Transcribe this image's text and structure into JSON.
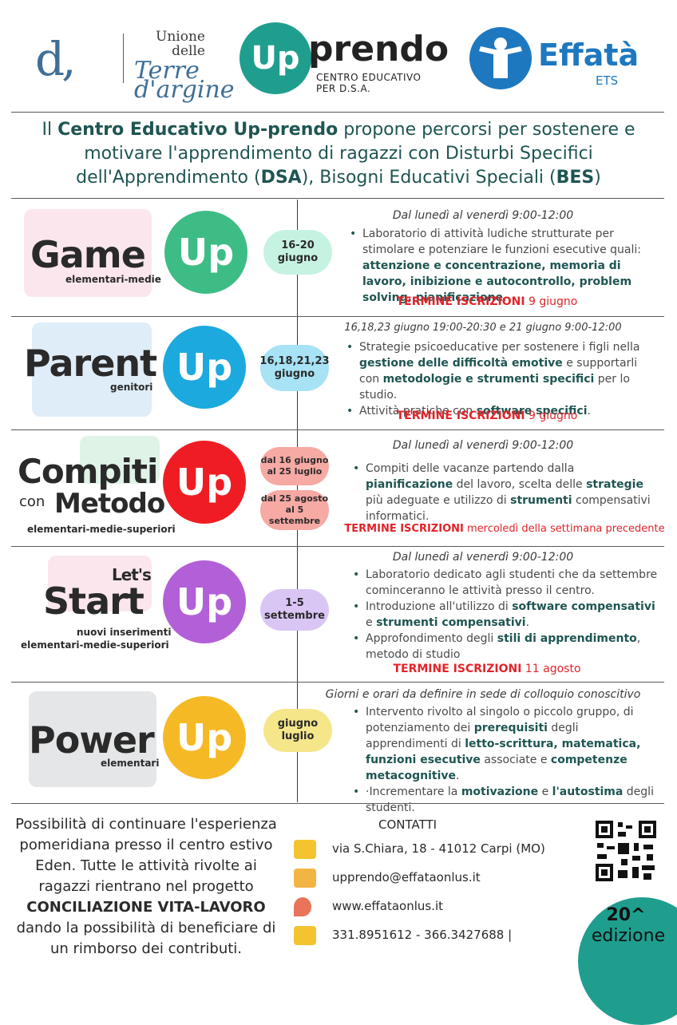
{
  "header": {
    "unione": {
      "mono": "d,",
      "line1": "Unione",
      "line2": "delle",
      "line3": "Terre",
      "line4": "d'argine"
    },
    "upprendo": {
      "circle": "Up",
      "word": "prendo",
      "sub1": "CENTRO EDUCATIVO",
      "sub2": "PER D.S.A."
    },
    "effata": {
      "name": "Effatà",
      "ets": "ETS"
    }
  },
  "intro": {
    "p1": "Il ",
    "b1": "Centro Educativo Up-prendo",
    "p2": " propone percorsi per sostenere e motivare l'apprendimento di ragazzi con Disturbi Specifici dell'Apprendimento (",
    "b2": "DSA",
    "p3": "), Bisogni  Educativi Speciali (",
    "b3": "BES",
    "p4": ")"
  },
  "programs": [
    {
      "name": "Game",
      "badge": "Up",
      "sub": "elementari-medie",
      "color": "#3dbd85",
      "date": "16-20 giugno",
      "date_color": "#c6f2e2",
      "schedule": "Dal lunedì al venerdì 9:00-12:00",
      "bullet1": {
        "t1": "Laboratorio di attività ludiche strutturate per stimolare e potenziare le funzioni esecutive quali: ",
        "b1": "attenzione e concentrazione, memoria di lavoro, inibizione e autocontrollo, problem solving, pianificazione",
        "t2": "."
      },
      "deadline_label": "TERMINE ISCRIZIONI",
      "deadline_value": "9 giugno"
    },
    {
      "name": "Parent",
      "badge": "Up",
      "sub": "genitori",
      "color": "#1ca9de",
      "date": "16,18,21,23 giugno",
      "date_color": "#a7e2f5",
      "schedule": "16,18,23 giugno 19:00-20:30  e  21 giugno 9:00-12:00",
      "bullet1": {
        "t1": "Strategie psicoeducative per sostenere i figli nella ",
        "b1": "gestione delle difficoltà emotive",
        "t2": " e supportarli con ",
        "b2": "metodologie e strumenti specifici",
        "t3": " per lo studio."
      },
      "bullet2": {
        "t1": "Attività pratiche con ",
        "b1": "software specifici",
        "t2": "."
      },
      "deadline_label": "TERMINE ISCRIZIONI",
      "deadline_value": "9 giugno"
    },
    {
      "name": "Compiti",
      "name2": "Metodo",
      "con": "con",
      "badge": "Up",
      "sub": "elementari-medie-superiori",
      "color": "#ef1d23",
      "date": "dal 16 giugno al 25 luglio",
      "date2": "dal 25 agosto al 5 settembre",
      "date_color": "#f7a9a4",
      "schedule": "Dal lunedì al venerdì 9:00-12:00",
      "bullet1": {
        "t1": "Compiti delle vacanze partendo dalla ",
        "b1": "pianificazione",
        "t2": " del lavoro, scelta delle ",
        "b2": "strategie",
        "t3": " più adeguate e utilizzo di ",
        "b3": "strumenti",
        "t4": " compensativi informatici."
      },
      "deadline_label": "TERMINE ISCRIZIONI",
      "deadline_value": "mercoledì della settimana precedente"
    },
    {
      "name": "Start",
      "pre": "Let's",
      "badge": "Up",
      "sub": "nuovi inserimenti",
      "sub2": "elementari-medie-superiori",
      "color": "#b260d8",
      "date": "1-5 settembre",
      "date_color": "#d9c6f5",
      "schedule": "Dal lunedì al venerdì 9:00-12:00",
      "bullet1": {
        "t1": "Laboratorio dedicato agli studenti che da settembre cominceranno le attività presso il centro."
      },
      "bullet2": {
        "t1": "Introduzione all'utilizzo di ",
        "b1": "software compensativi",
        "t2": " e ",
        "b2": "strumenti compensativi",
        "t3": "."
      },
      "bullet3": {
        "t1": "Approfondimento degli ",
        "b1": "stili di apprendimento",
        "t2": ", metodo di studio"
      },
      "deadline_label": "TERMINE ISCRIZIONI",
      "deadline_value": "11 agosto"
    },
    {
      "name": "Power",
      "badge": "Up",
      "sub": "elementari",
      "color": "#f6b926",
      "date": "giugno luglio",
      "date_color": "#f6e68a",
      "schedule": "Giorni e orari da definire in sede di colloquio conoscitivo",
      "bullet1": {
        "t1": "Intervento rivolto al singolo o piccolo gruppo, di potenziamento dei ",
        "b1": "prerequisiti",
        "t2": " degli apprendimenti di ",
        "b2": "letto-scrittura, matematica, funzioni esecutive",
        "t3": " associate e ",
        "b3": "competenze metacognitive",
        "t4": "."
      },
      "bullet2": {
        "t1": "·Incrementare la ",
        "b1": "motivazione",
        "t2": " e ",
        "b2": "l'autostima",
        "t3": " degli studenti."
      }
    }
  ],
  "footer": {
    "p1": "Possibilità di continuare l'esperienza pomeridiana presso il centro estivo Eden. Tutte le attività rivolte ai ragazzi rientrano nel progetto ",
    "b1": "CONCILIAZIONE VITA-LAVORO",
    "p2": " dando la possibilità di beneficiare di un rimborso dei contributi.",
    "contatti_title": "CONTATTI",
    "address": "via S.Chiara, 18 - 41012 Carpi (MO)",
    "email": "upprendo@effataonlus.it",
    "web": "www.effataonlus.it",
    "phone": "331.8951612 - 366.3427688 |",
    "icons": [
      "mailbox-icon",
      "email-icon",
      "location-pin-icon",
      "phone-icon"
    ],
    "edition_number": "20^",
    "edition_word": "edizione"
  }
}
